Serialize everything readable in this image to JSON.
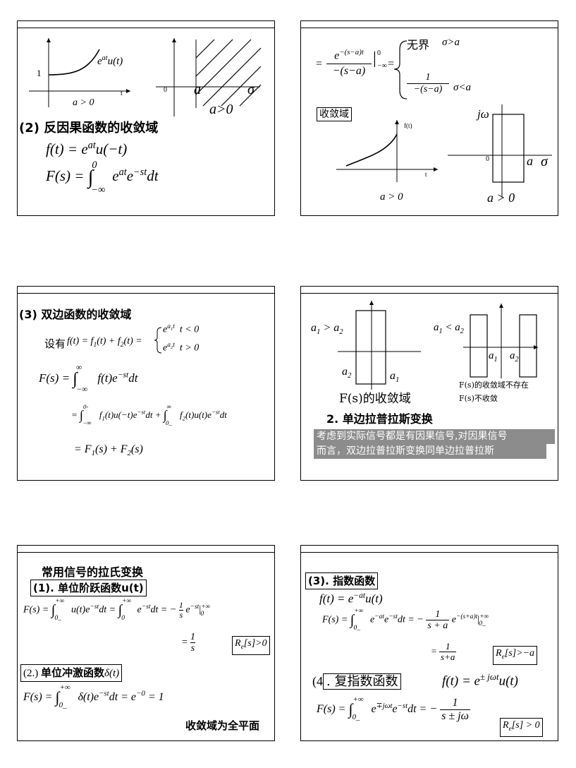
{
  "s1": {
    "y_one": "1",
    "curve_label": "e^{at}u(t)",
    "t_axis": "t",
    "cond_left": "a > 0",
    "origin": "0",
    "a_label": "a",
    "sigma": "σ",
    "cond_right": "a>0",
    "heading": "(2) 反因果函数的收敛域",
    "f_def": "f(t) = e^{at}u(−t)",
    "F_def": "F(s) = ∫_{−∞}^{0} e^{at}e^{−st}dt"
  },
  "s2": {
    "eq_left": "= e^{−(s−a)t} / −(s−a) |_{−∞}^{0} =",
    "case1_val": "无界",
    "case1_cond": "σ>a",
    "case2_val": "1 / −(s−a)",
    "case2_cond": "σ<a",
    "roc_box": "收敛域",
    "ft_label": "f(t)",
    "t_axis": "t",
    "cond_left": "a > 0",
    "jw": "jω",
    "origin": "0",
    "a_label": "a",
    "sigma": "σ",
    "cond_right": "a > 0"
  },
  "s3": {
    "heading": "(3) 双边函数的收敛域",
    "def_prefix": "设有",
    "def_eq": "f(t) = f1(t) + f2(t) =",
    "case1": "e^{a1 t}  t < 0",
    "case2": "e^{a2 t}  t > 0",
    "line1": "F(s) = ∫_{−∞}^{∞} f(t)e^{−st}dt",
    "line2": "= ∫_{−∞}^{0−} f1(t)u(−t)e^{−st}dt + ∫_{0−}^{∞} f2(t)u(t)e^{−st}dt",
    "line3": "= F1(s) + F2(s)"
  },
  "s4": {
    "cond1": "a1 > a2",
    "cond2": "a1 < a2",
    "a1": "a1",
    "a2": "a2",
    "caption1": "F(s)的收敛域",
    "caption2a": "F(s)的收敛域不存在",
    "caption2b": "F(s)不收敛",
    "heading": "2. 单边拉普拉斯变换",
    "note1": "考虑到实际信号都是有因果信号,对因果信号",
    "note2": "而言，双边拉普拉斯变换同单边拉普拉斯"
  },
  "s5": {
    "heading": "常用信号的拉氏变换",
    "item1": "(1). 单位阶跃函数u(t)",
    "eq1": "F(s) = ∫_{0−}^{+∞} u(t)e^{−st}dt = ∫_{0}^{+∞} e^{−st}dt = −(1/s) e^{−st} |_{0}^{+∞}",
    "eq1b": "= 1/s",
    "roc1": "Re[s]>0",
    "item2": "(2) 单位冲激函数δ(t)",
    "eq2": "F(s) = ∫_{0−}^{+∞} δ(t)e^{−st}dt = e^{−0} = 1",
    "roc2": "收敛域为全平面"
  },
  "s6": {
    "item3": "(3). 指数函数",
    "f3": "f(t) = e^{−at}u(t)",
    "eq3": "F(s) = ∫_{0−}^{+∞} e^{−at}e^{−st}dt = −(1/(s+a)) e^{−(s+a)t} |_{0−}^{+∞}",
    "eq3b": "= 1/(s+a)",
    "roc3": "Re[s]>−a",
    "item4": "(4) 复指数函数",
    "f4": "f(t) = e^{±jωt}u(t)",
    "eq4": "F(s) = ∫_{0−}^{+∞} e^{∓jωt}e^{−st}dt = −1/(s ± jω)",
    "roc4": "Re[s] > 0"
  }
}
